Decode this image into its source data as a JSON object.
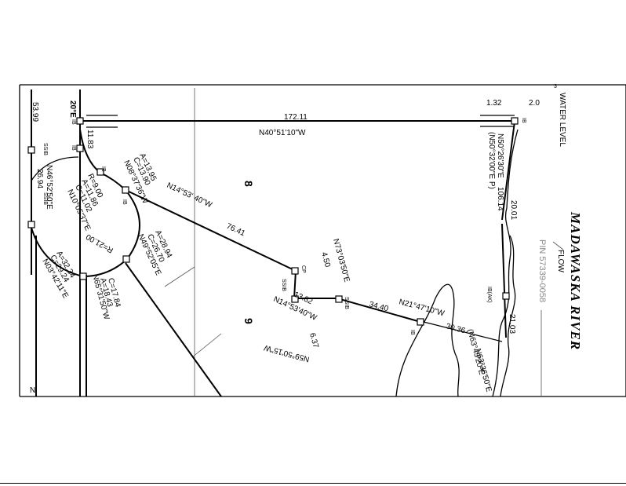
{
  "labels": {
    "top_bearing": "20°E",
    "dist_top": "172.11",
    "bearing_top": "N40°51'10\"W",
    "tie_132": "1.32",
    "tie_20": "2.0",
    "water_level": "WATER LEVEL",
    "water_level_num": "3",
    "ib": "IB",
    "ssib": "SSIB",
    "cp": "CP",
    "ak": "IB(AK)",
    "dist_5399": "53.99",
    "dist_1183": "11.83",
    "curve1_a": "A=13.95",
    "curve1_c": "C=13.90",
    "curve1_b": "N08°37'36\"W",
    "curve2_r": "R=9.00",
    "curve2_a": "A=11.86",
    "curve2_c": "C=11.02",
    "curve2_b": "N10°05'37\"E",
    "bearing_left": "N46°52'50\"E",
    "dist_2694": "26.94",
    "bearing_mid": "N14°53' 40\"W",
    "dist_7641": "76.41",
    "curve3_a": "A=28.94",
    "curve3_c": "C=26.70",
    "curve3_b": "N49°52'05\"E",
    "curve4_r": "R=21.00",
    "curve4_a": "A=18.43",
    "curve4_c": "C=17.84",
    "curve4_b": "N65°31'50\"W",
    "curve5_a": "A=32.34",
    "curve5_c": "C=29.24",
    "curve5_b": "N03°42'11\"E",
    "bearing_cp": "N73°03'50\"E",
    "dist_450": "4.50",
    "dist_1382": "13.82",
    "bearing_1382": "N14°53'40\"W",
    "bearing_637": "N59°50'15\"W",
    "dist_637": "6.37",
    "dist_3440": "34.40",
    "bearing_right": "N21°47'10\"W",
    "dist_3036": "30.36",
    "bearing_east": "N50°26'30\"E",
    "dist_10614": "106.14",
    "bearing_east_p": "(N50°32'00\"E P)",
    "dist_2001": "20.01",
    "dist_2103": "21.03",
    "bearing_se": "N63°36'50\"E",
    "bearing_se_p": "(N63°43'20\"E",
    "lot_8": "8",
    "lot_9": "9",
    "river": "MADAWASKA RIVER",
    "flow": "FLOW",
    "pin": "PIN 57339-0058",
    "bottom_n": "N"
  },
  "colors": {
    "ink": "#000000",
    "pin_gray": "#888888"
  }
}
